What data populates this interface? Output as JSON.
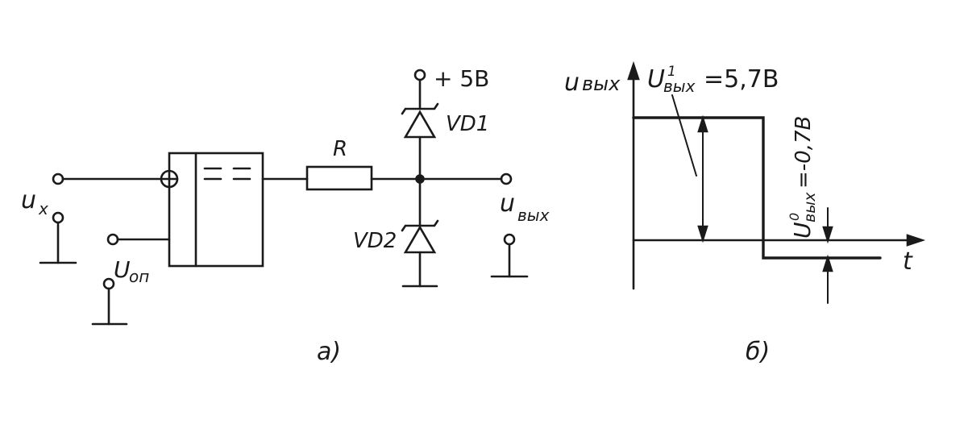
{
  "circuit": {
    "input_label": "u",
    "input_sub": "x",
    "ref_label": "U",
    "ref_sub": "оп",
    "comparator_symbol": "= =",
    "resistor_label": "R",
    "supply_label": "+ 5В",
    "diode_top_label": "VD1",
    "diode_bottom_label": "VD2",
    "output_label": "u",
    "output_sub": "вых",
    "caption": "a)"
  },
  "waveform": {
    "y_axis_label": "u",
    "y_axis_sub": "вых",
    "x_axis_label": "t",
    "high_label_main": "U",
    "high_label_sup": "1",
    "high_label_sub": "вых",
    "high_label_value": "=5,7В",
    "low_label_main": "U",
    "low_label_sup": "0",
    "low_label_sub": "вых",
    "low_label_value": "=-0,7В",
    "caption": "б)"
  },
  "colors": {
    "ink": "#1a1a1a",
    "paper": "#ffffff"
  }
}
